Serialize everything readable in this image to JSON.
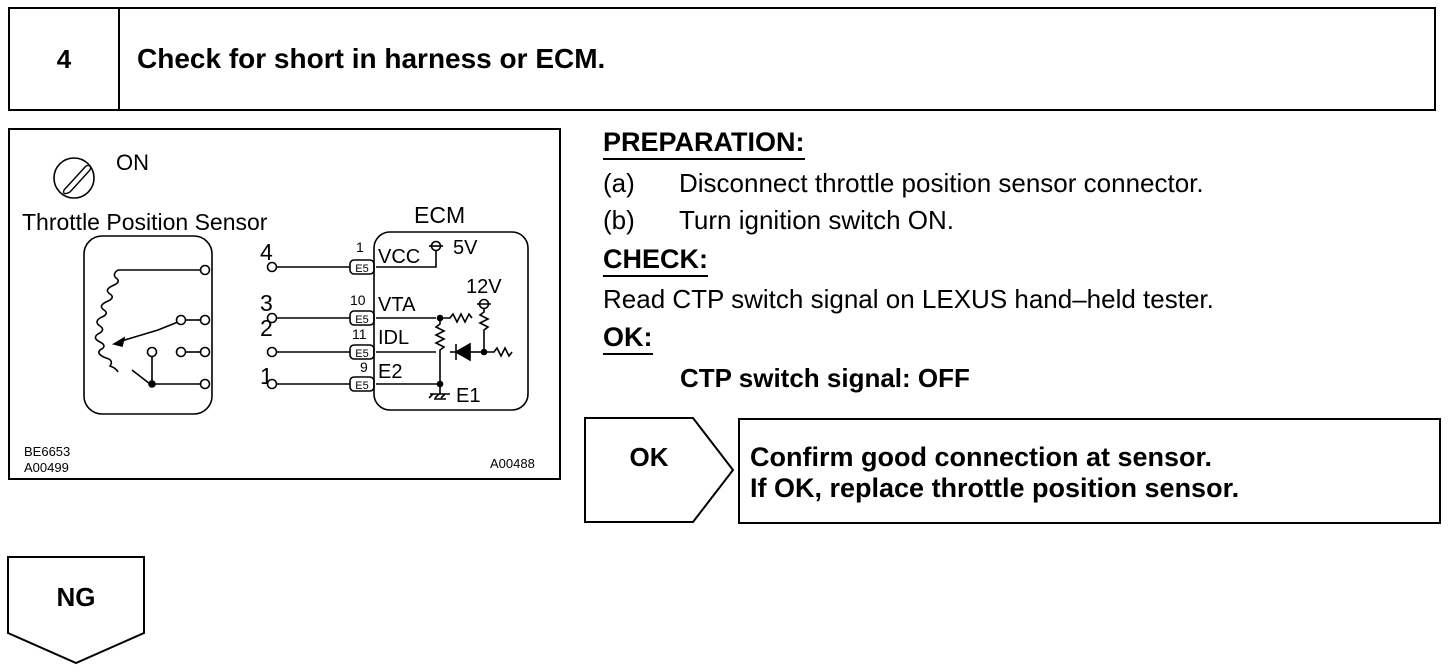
{
  "step": {
    "number": "4",
    "title": "Check for short in harness or ECM."
  },
  "diagram": {
    "ignition_label": "ON",
    "sensor_label": "Throttle Position Sensor",
    "ecm_label": "ECM",
    "pin_numbers": [
      "4",
      "3",
      "2",
      "1"
    ],
    "ecm_pin_numbers": [
      "1",
      "10",
      "11",
      "9"
    ],
    "connector_label": "E5",
    "terminals": [
      "VCC",
      "VTA",
      "IDL",
      "E2"
    ],
    "voltage_5v": "5V",
    "voltage_12v": "12V",
    "ground_label": "E1",
    "code_1": "BE6653",
    "code_2": "A00499",
    "code_3": "A00488"
  },
  "preparation": {
    "heading": "PREPARATION:",
    "items": [
      {
        "label": "(a)",
        "text": "Disconnect throttle position sensor connector."
      },
      {
        "label": "(b)",
        "text": "Turn ignition switch ON."
      }
    ]
  },
  "check": {
    "heading": "CHECK:",
    "text": "Read CTP switch signal on LEXUS hand–held tester."
  },
  "ok": {
    "heading": "OK:",
    "spec": "CTP switch signal:  OFF"
  },
  "ok_branch": {
    "label": "OK",
    "line1": "Confirm good connection at sensor.",
    "line2": "If OK, replace throttle position sensor."
  },
  "ng_branch": {
    "label": "NG"
  }
}
